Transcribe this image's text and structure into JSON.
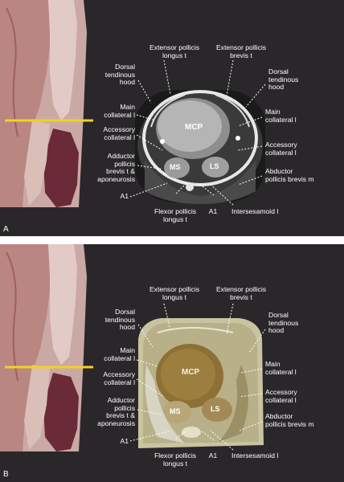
{
  "panels": [
    {
      "letter": "A",
      "bones": {
        "mcp": "MCP",
        "ms": "MS",
        "ls": "LS"
      },
      "labels": {
        "epl": "Extensor pollicis\nlongus t",
        "epb": "Extensor pollicis\nbrevis t",
        "dth_l": "Dorsal\ntendinous\nhood",
        "dth_r": "Dorsal\ntendinous\nhood",
        "mc_l": "Main\ncollateral l",
        "mc_r": "Main\ncollateral l",
        "ac_l": "Accessory\ncollateral l",
        "ac_r": "Accessory\ncollateral l",
        "apb_t": "Adductor\npollicis\nbrevis t &\naponeurosis",
        "apb_m": "Abductor\npollicis brevis m",
        "a1_l": "A1",
        "fpl": "Flexor pollicis\nlongus t",
        "a1_b": "A1",
        "inter": "Intersesamoid l"
      }
    },
    {
      "letter": "B",
      "bones": {
        "mcp": "MCP",
        "ms": "MS",
        "ls": "LS"
      },
      "labels": {
        "epl": "Extensor pollicis\nlongus t",
        "epb": "Extensor pollicis\nbrevis t",
        "dth_l": "Dorsal\ntendinous\nhood",
        "dth_r": "Dorsal\ntendinous\nhood",
        "mc_l": "Main\ncollateral l",
        "mc_r": "Main\ncollateral l",
        "ac_l": "Accessory\ncollateral l",
        "ac_r": "Accessory\ncollateral l",
        "apb_t": "Adductor\npollicis\nbrevis t &\naponeurosis",
        "apb_m": "Abductor\npollicis brevis m",
        "a1_l": "A1",
        "fpl": "Flexor pollicis\nlongus t",
        "a1_b": "A1",
        "inter": "Intersesamoid l"
      }
    }
  ],
  "colors": {
    "background": "#2a272a",
    "marker_line": "#f2d21f",
    "label_text": "#ffffff"
  }
}
